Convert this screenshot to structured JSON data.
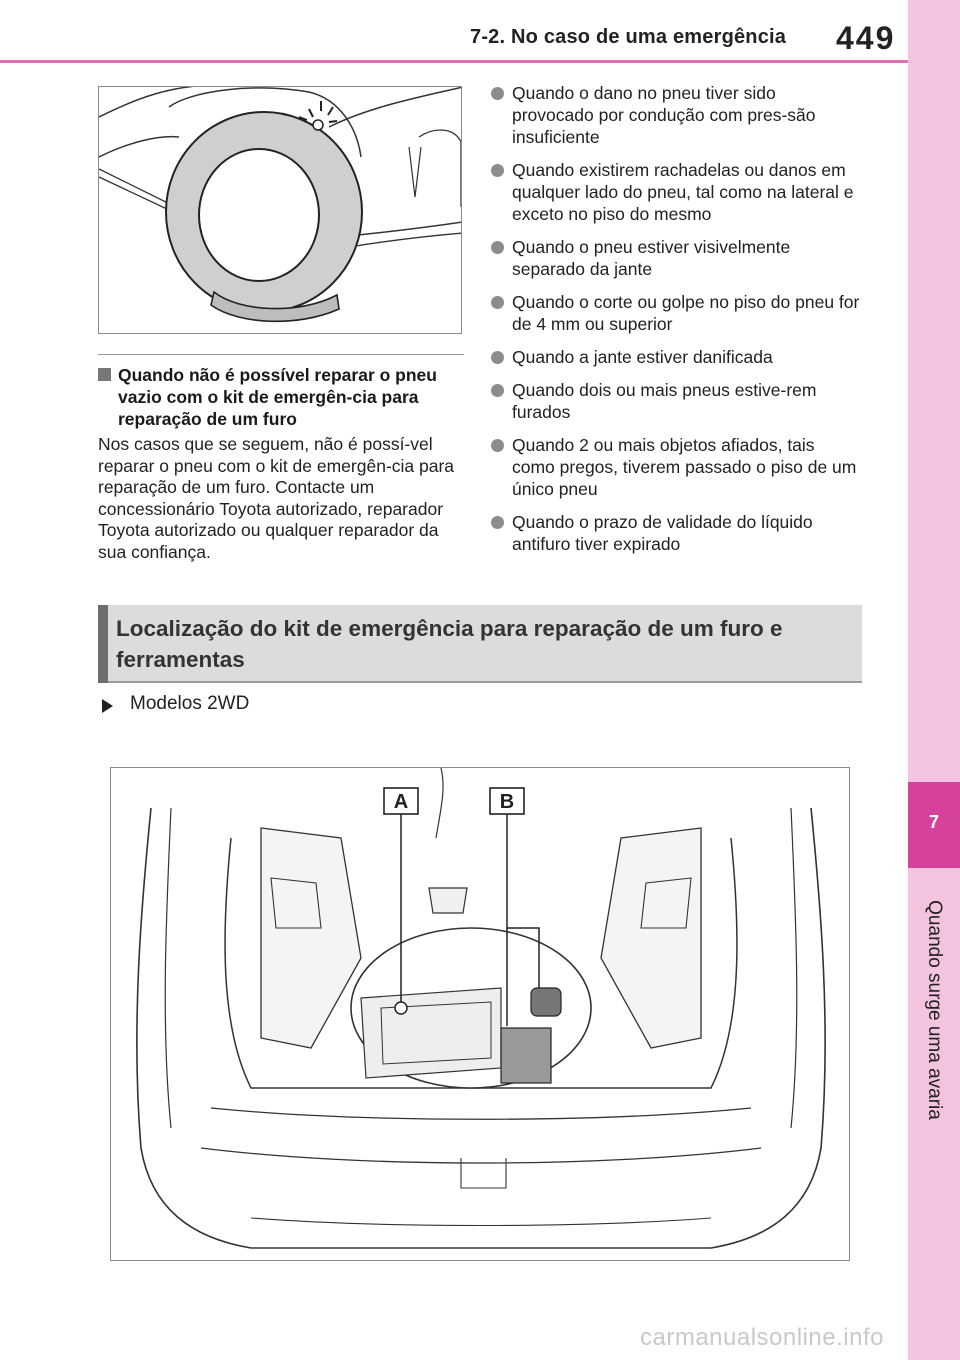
{
  "header": {
    "section_title": "7-2. No caso de uma emergência",
    "page_number": "449"
  },
  "side_tab": {
    "chapter_number": "7",
    "chapter_title": "Quando surge uma avaria"
  },
  "left": {
    "subheading": "Quando não é possível reparar o pneu vazio com o kit de emergên-cia para reparação de um furo",
    "body": "Nos casos que se seguem, não é possí-vel reparar o pneu com o kit de emergên-cia para reparação de um furo. Contacte um concessionário Toyota autorizado, reparador Toyota autorizado ou qualquer reparador da sua confiança."
  },
  "bullets": [
    "Quando o dano no pneu tiver sido provocado por condução com pres-são insuficiente",
    "Quando existirem rachadelas ou danos em qualquer lado do pneu, tal como na lateral e exceto no piso do mesmo",
    "Quando o pneu estiver visivelmente separado da jante",
    "Quando o corte ou golpe no piso do pneu for de 4 mm ou superior",
    "Quando a jante estiver danificada",
    "Quando dois ou mais pneus estive-rem furados",
    "Quando 2 ou mais objetos afiados, tais como pregos, tiverem passado o piso de um único pneu",
    "Quando o prazo de validade do líquido antifuro tiver expirado"
  ],
  "section": {
    "title": "Localização do kit de emergência para reparação de um furo e ferramentas"
  },
  "model": {
    "label": "Modelos 2WD"
  },
  "figure": {
    "callout_a": "A",
    "callout_b": "B"
  },
  "watermark": "carmanualsonline.info"
}
